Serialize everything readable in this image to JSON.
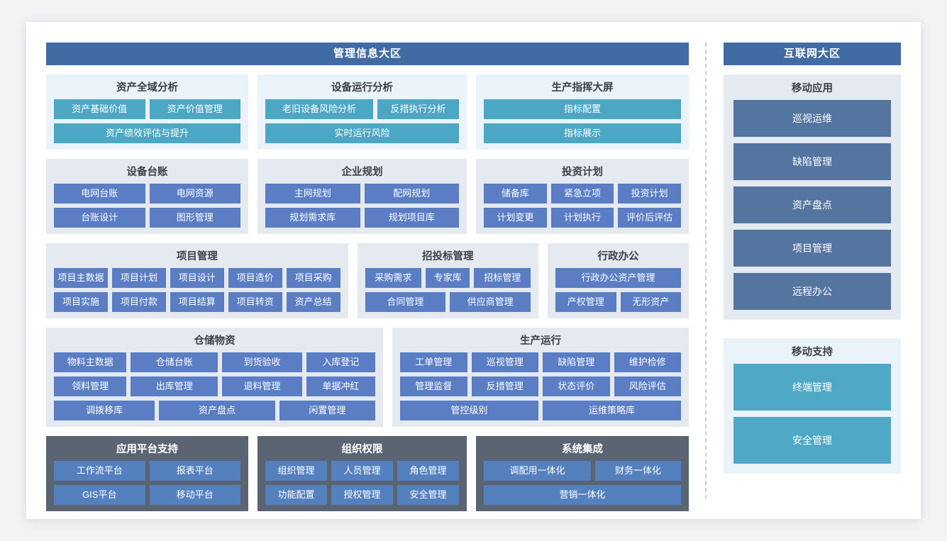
{
  "zones": {
    "management": {
      "header": "管理信息大区",
      "rows": [
        {
          "groups": [
            {
              "title": "资产全域分析",
              "style": "teal",
              "rows": [
                [
                  "资产基础价值",
                  "资产价值管理"
                ],
                [
                  "资产绩效评估与提升"
                ]
              ]
            },
            {
              "title": "设备运行分析",
              "style": "teal",
              "rows": [
                [
                  "老旧设备风险分析",
                  "反措执行分析"
                ],
                [
                  "实时运行风险"
                ]
              ]
            },
            {
              "title": "生产指挥大屏",
              "style": "teal",
              "rows": [
                [
                  "指标配置"
                ],
                [
                  "指标展示"
                ]
              ]
            }
          ]
        },
        {
          "groups": [
            {
              "title": "设备台账",
              "style": "blue",
              "rows": [
                [
                  "电网台账",
                  "电网资源"
                ],
                [
                  "台账设计",
                  "图形管理"
                ]
              ]
            },
            {
              "title": "企业规划",
              "style": "blue",
              "rows": [
                [
                  "主网规划",
                  "配网规划"
                ],
                [
                  "规划需求库",
                  "规划项目库"
                ]
              ]
            },
            {
              "title": "投资计划",
              "style": "blue",
              "rows": [
                [
                  "储备库",
                  "紧急立项",
                  "投资计划"
                ],
                [
                  "计划变更",
                  "计划执行",
                  "评价后评估"
                ]
              ]
            }
          ]
        },
        {
          "groups": [
            {
              "title": "项目管理",
              "style": "blue",
              "rows": [
                [
                  "项目主数据",
                  "项目计划",
                  "项目设计",
                  "项目造价",
                  "项目采购"
                ],
                [
                  "项目实施",
                  "项目付款",
                  "项目结算",
                  "项目转资",
                  "资产总结"
                ]
              ]
            },
            {
              "title": "招投标管理",
              "style": "blue",
              "rows": [
                [
                  "采购需求",
                  "专家库",
                  "招标管理"
                ],
                [
                  "合同管理",
                  "供应商管理"
                ]
              ]
            },
            {
              "title": "行政办公",
              "style": "blue",
              "rows": [
                [
                  "行政办公资产管理"
                ],
                [
                  "产权管理",
                  "无形资产"
                ]
              ]
            }
          ]
        },
        {
          "groups": [
            {
              "title": "仓储物资",
              "style": "blue",
              "rows": [
                [
                  "物料主数据",
                  "仓储台账",
                  "到货验收",
                  "入库登记"
                ],
                [
                  "领料管理",
                  "出库管理",
                  "退料管理",
                  "单据冲红"
                ],
                [
                  "调拨移库",
                  "资产盘点",
                  "闲置管理"
                ]
              ]
            },
            {
              "title": "生产运行",
              "style": "blue",
              "rows": [
                [
                  "工单管理",
                  "巡视管理",
                  "缺陷管理",
                  "维护检修"
                ],
                [
                  "管理监督",
                  "反措管理",
                  "状态评价",
                  "风险评估"
                ],
                [
                  "管控级别",
                  "运维策略库"
                ]
              ]
            }
          ]
        },
        {
          "groups": [
            {
              "title": "应用平台支持",
              "style": "dark",
              "rows": [
                [
                  "工作流平台",
                  "报表平台"
                ],
                [
                  "GIS平台",
                  "移动平台"
                ]
              ]
            },
            {
              "title": "组织权限",
              "style": "dark",
              "rows": [
                [
                  "组织管理",
                  "人员管理",
                  "角色管理"
                ],
                [
                  "功能配置",
                  "授权管理",
                  "安全管理"
                ]
              ]
            },
            {
              "title": "系统集成",
              "style": "dark",
              "rows": [
                [
                  "调配用一体化",
                  "财务一体化"
                ],
                [
                  "营销一体化"
                ]
              ]
            }
          ]
        }
      ]
    },
    "internet": {
      "header": "互联网大区",
      "groups": [
        {
          "title": "移动应用",
          "style": "greyblue",
          "buttons": [
            "巡视运维",
            "缺陷管理",
            "资产盘点",
            "项目管理",
            "远程办公"
          ]
        },
        {
          "title": "移动支持",
          "style": "lightblue",
          "buttons": [
            "终端管理",
            "安全管理"
          ]
        }
      ]
    }
  },
  "colors": {
    "header_bar": "#416ba3",
    "teal_button": "#4ba7c4",
    "blue_button": "#5a7dc4",
    "dark_panel": "#5a6472",
    "dark_button": "#5480bd",
    "slate_button": "#54759f",
    "panel_light_blue": "#eaf3fa",
    "panel_grey_blue": "#e5e9f0",
    "divider": "#c6cfdb",
    "page_background": "#f2f3f5",
    "card_background": "#ffffff"
  }
}
